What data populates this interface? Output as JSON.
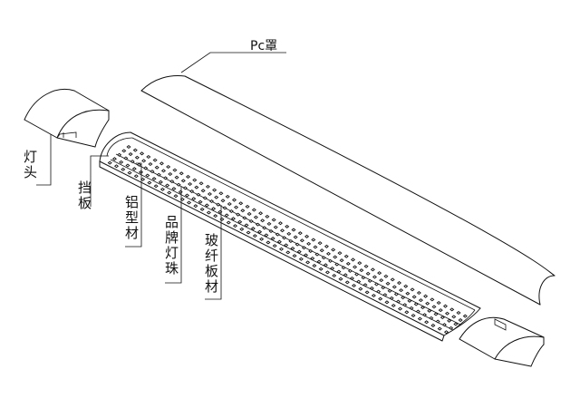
{
  "labels": {
    "pc_cover": "Pc罩",
    "end_cap": "灯头",
    "baffle": "挡板",
    "aluminum_profile": "铝型材",
    "brand_led": "品牌灯珠",
    "fiberglass_board": "玻纤板材"
  }
}
